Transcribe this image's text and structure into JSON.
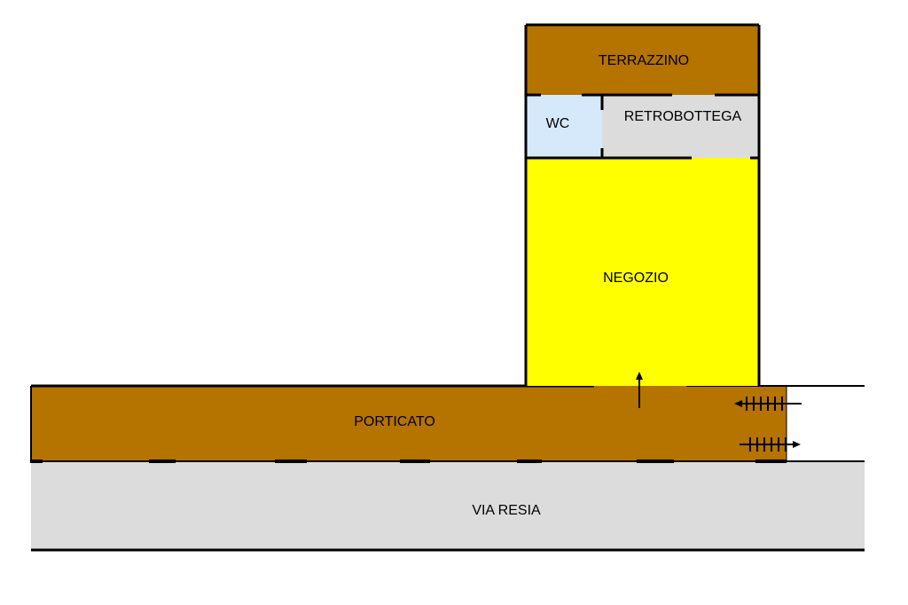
{
  "colors": {
    "porticato": "#b57300",
    "terrazzino": "#b57300",
    "negozio": "#ffff00",
    "retrobottega": "#dcdcdc",
    "wc": "#d6e9fb",
    "via_resia": "#dcdcdc",
    "walls": "#000000"
  },
  "rooms": {
    "terrazzino": "TERRAZZINO",
    "wc": "WC",
    "retrobottega": "RETROBOTTEGA",
    "negozio": "NEGOZIO",
    "porticato": "PORTICATO",
    "via_resia": "VIA RESIA"
  },
  "icons": {
    "entrance_arrow": "arrow-up-icon",
    "stair_in": "stair-arrow-left-icon",
    "stair_out": "stair-arrow-right-icon"
  }
}
